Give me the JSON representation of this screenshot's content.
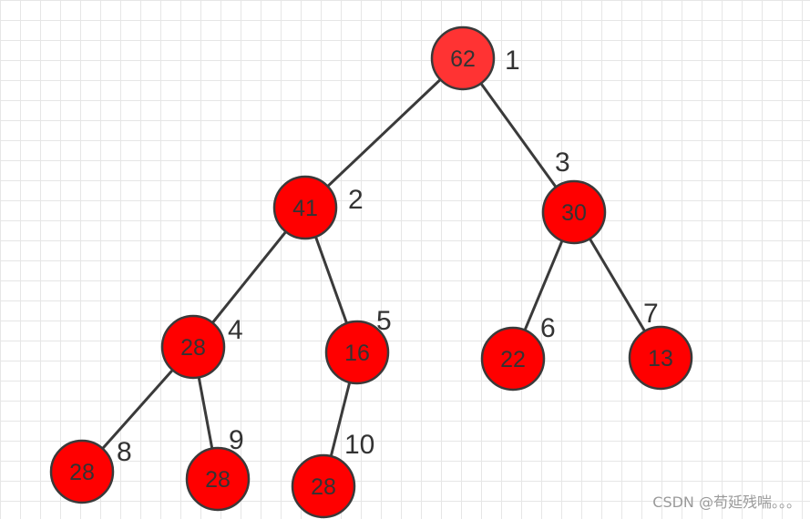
{
  "tree": {
    "nodes": [
      {
        "id": 1,
        "value": "62",
        "index_label": "1",
        "fill": "#ff3333"
      },
      {
        "id": 2,
        "value": "41",
        "index_label": "2",
        "fill": "#ff0000"
      },
      {
        "id": 3,
        "value": "30",
        "index_label": "3",
        "fill": "#ff0000"
      },
      {
        "id": 4,
        "value": "28",
        "index_label": "4",
        "fill": "#ff0000"
      },
      {
        "id": 5,
        "value": "16",
        "index_label": "5",
        "fill": "#ff0000"
      },
      {
        "id": 6,
        "value": "22",
        "index_label": "6",
        "fill": "#ff0000"
      },
      {
        "id": 7,
        "value": "13",
        "index_label": "7",
        "fill": "#ff0000"
      },
      {
        "id": 8,
        "value": "28",
        "index_label": "8",
        "fill": "#ff0000"
      },
      {
        "id": 9,
        "value": "28",
        "index_label": "9",
        "fill": "#ff0000"
      },
      {
        "id": 10,
        "value": "28",
        "index_label": "10",
        "fill": "#ff0000"
      }
    ],
    "edges": [
      [
        1,
        2
      ],
      [
        1,
        3
      ],
      [
        2,
        4
      ],
      [
        2,
        5
      ],
      [
        3,
        6
      ],
      [
        3,
        7
      ],
      [
        4,
        8
      ],
      [
        4,
        9
      ],
      [
        5,
        10
      ]
    ],
    "node_border_color": "#3a3a3a",
    "edge_color": "#3a3a3a"
  },
  "watermark": "CSDN @苟延残喘。。。"
}
